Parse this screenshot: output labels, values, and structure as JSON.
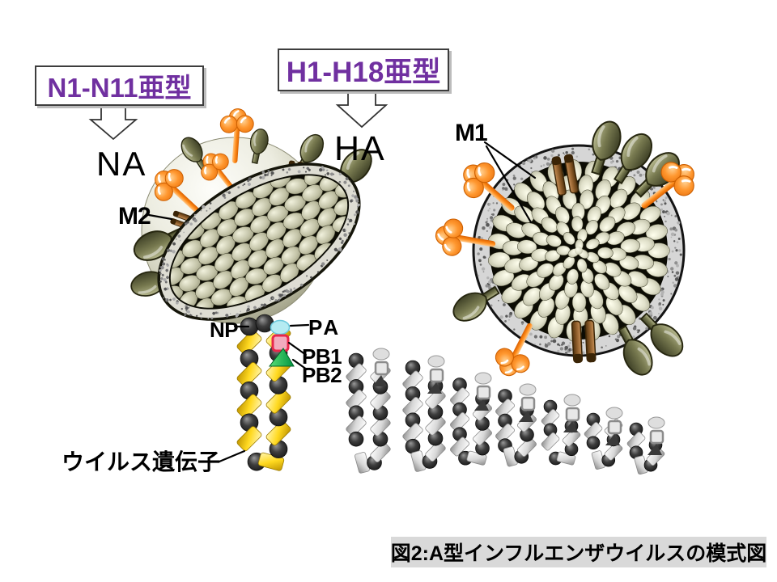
{
  "figure": {
    "caption": "図2:A型インフルエンザウイルスの模式図",
    "callouts": {
      "na_subtype": "N1-N11亜型",
      "ha_subtype": "H1-H18亜型"
    },
    "labels": {
      "na": "NA",
      "ha": "HA",
      "m1": "M1",
      "m2": "M2",
      "np": "NP",
      "pa": "PA",
      "pb1": "PB1",
      "pb2": "PB2",
      "viral_genome": "ウイルス遺伝子"
    },
    "colors": {
      "subtype_text": "#7030A0",
      "ha_spike": "#6B6D42",
      "na_spike": "#FF8C1A",
      "m2_channel": "#8A5A28",
      "interior_bg": "#0C0C04",
      "genome_ribbon_yellow": "#FFD928",
      "genome_ribbon_gray": "#E0E0E0",
      "np_bead": "#1A1A1A",
      "pa_marker": "#B5EBF2",
      "pb1_marker": "#F2ABBE",
      "pb1_marker_border": "#E8274B",
      "pb2_marker": "#00B050",
      "caption_bg": "#D9D9D9"
    }
  }
}
